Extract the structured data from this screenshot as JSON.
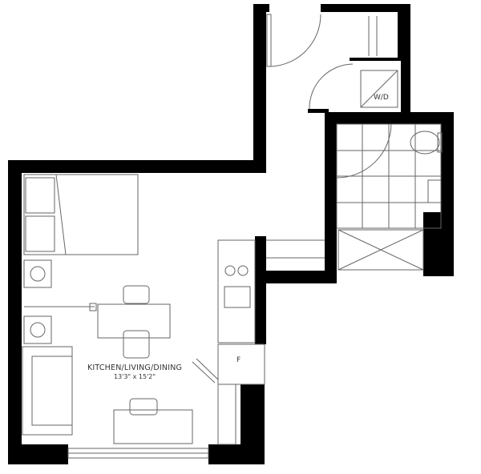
{
  "rooms": {
    "main": {
      "name": "KITCHEN/LIVING/DINING",
      "dimensions": "13'3\" x 15'2\""
    },
    "laundry": {
      "label": "W/D"
    },
    "fridge": {
      "label": "F"
    }
  },
  "colors": {
    "wall": "#000000",
    "line": "#666666"
  }
}
